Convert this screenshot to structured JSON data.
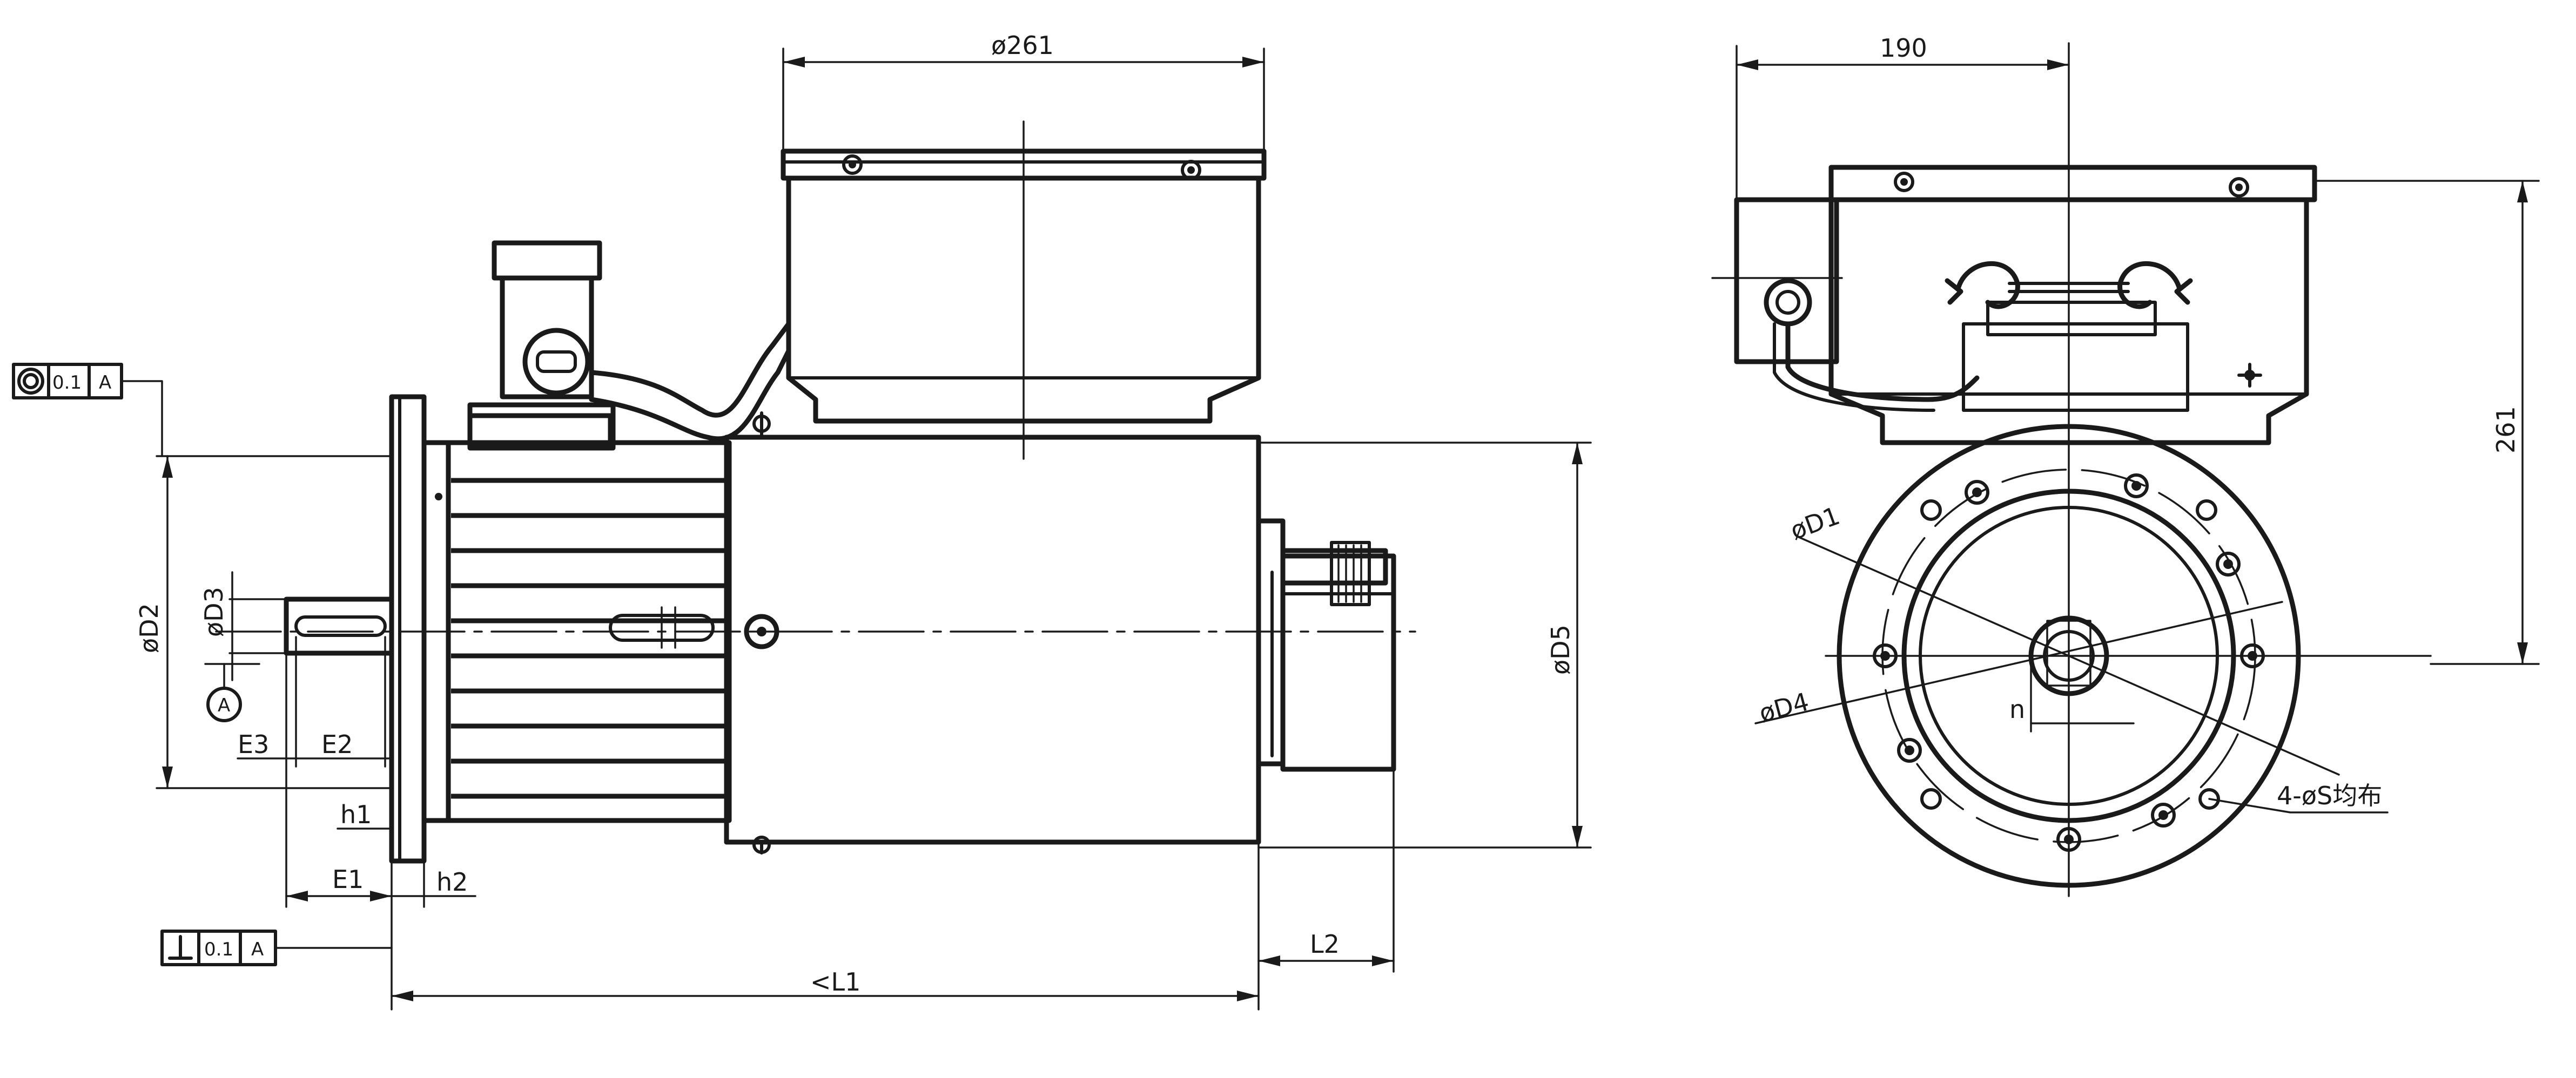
{
  "colors": {
    "line": "#1a1a1a",
    "background": "#ffffff"
  },
  "side_view": {
    "dim_top_diameter": "ø261",
    "dim_D2": "øD2",
    "dim_D3": "øD3",
    "dim_D5": "øD5",
    "dim_E3": "E3",
    "dim_E2": "E2",
    "dim_E1": "E1",
    "dim_h1": "h1",
    "dim_h2": "h2",
    "dim_L1": "<L1",
    "dim_L2": "L2",
    "datum_label": "A",
    "tol_coaxiality": {
      "value": "0.1",
      "datum": "A"
    },
    "tol_perpendicularity": {
      "value": "0.1",
      "datum": "A"
    }
  },
  "end_view": {
    "dim_width": "190",
    "dim_height": "261",
    "dim_D1": "øD1",
    "dim_D4": "øD4",
    "dim_n": "n",
    "hole_note": "4-øS均布"
  }
}
